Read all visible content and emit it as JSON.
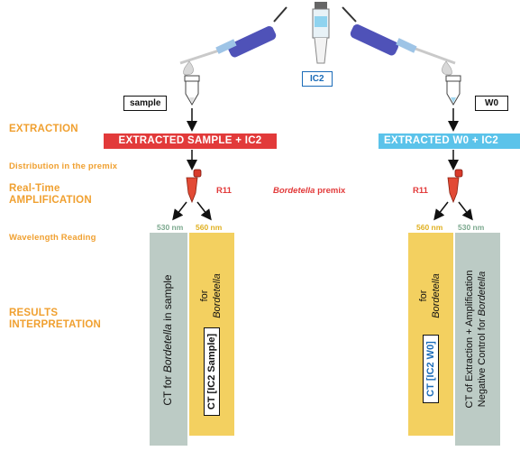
{
  "steps": {
    "extraction": "EXTRACTION",
    "distribution": "Distribution in the premix",
    "realtime_1": "Real-Time",
    "realtime_2": "AMPLIFICATION",
    "wavelength": "Wavelength Reading",
    "results_1": "RESULTS",
    "results_2": "INTERPRETATION"
  },
  "labels": {
    "sample": "sample",
    "ic2": "IC2",
    "w0": "W0",
    "extracted_sample": "EXTRACTED SAMPLE + IC2",
    "extracted_w0": "EXTRACTED W0 + IC2",
    "r11_left": "R11",
    "r11_right": "R11",
    "premix_italic": "Bordetella",
    "premix_rest": " premix"
  },
  "wavelengths": {
    "left_530": "530 nm",
    "left_560": "560 nm",
    "right_560": "560 nm",
    "right_530": "530 nm"
  },
  "columns": {
    "left_green_a": "CT for ",
    "left_green_b": "Bordetella",
    "left_green_c": " in sample",
    "left_yellow_for": "for",
    "left_yellow_bord": "Bordetella",
    "left_yellow_ct": "CT [IC2 Sample]",
    "right_yellow_for": "for",
    "right_yellow_bord": "Bordetella",
    "right_yellow_ct": "CT [IC2 W0]",
    "right_green_line1": "CT of Extraction + Amplification",
    "right_green_line2a": "Negative Control for ",
    "right_green_line2b": "Bordetella"
  },
  "colors": {
    "orange": "#f0a030",
    "red": "#e23a3a",
    "blue": "#5bc3ea",
    "green_col": "#bccbc5",
    "yellow_col": "#f3d060"
  }
}
